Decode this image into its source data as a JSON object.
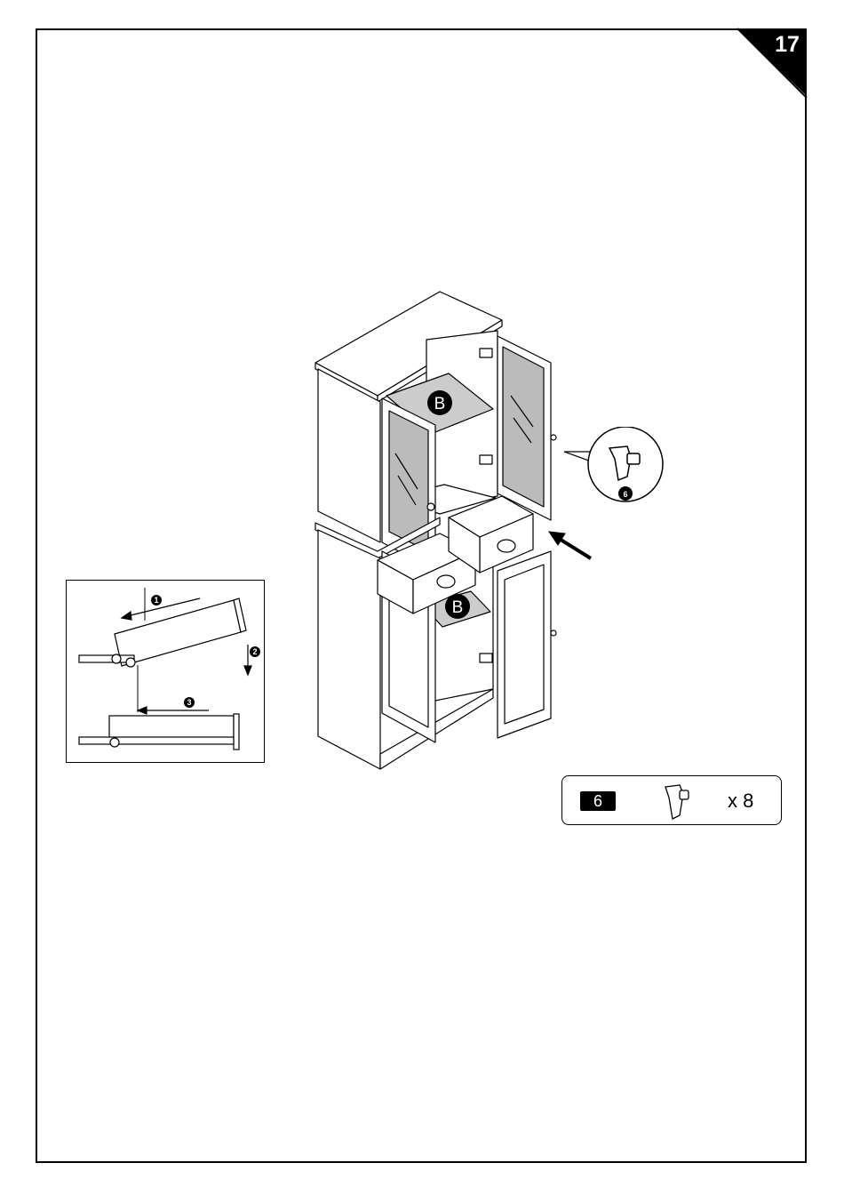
{
  "page": {
    "step_number": "17"
  },
  "main_illustration": {
    "shelf_label_top": "B",
    "shelf_label_bottom": "B"
  },
  "inset": {
    "step_1": "1",
    "step_2": "2",
    "step_3": "3"
  },
  "zoom_callout": {
    "part_ref": "6"
  },
  "parts_list": {
    "part_number": "6",
    "quantity": "x 8",
    "part_icon": "hinge-clip-icon"
  }
}
